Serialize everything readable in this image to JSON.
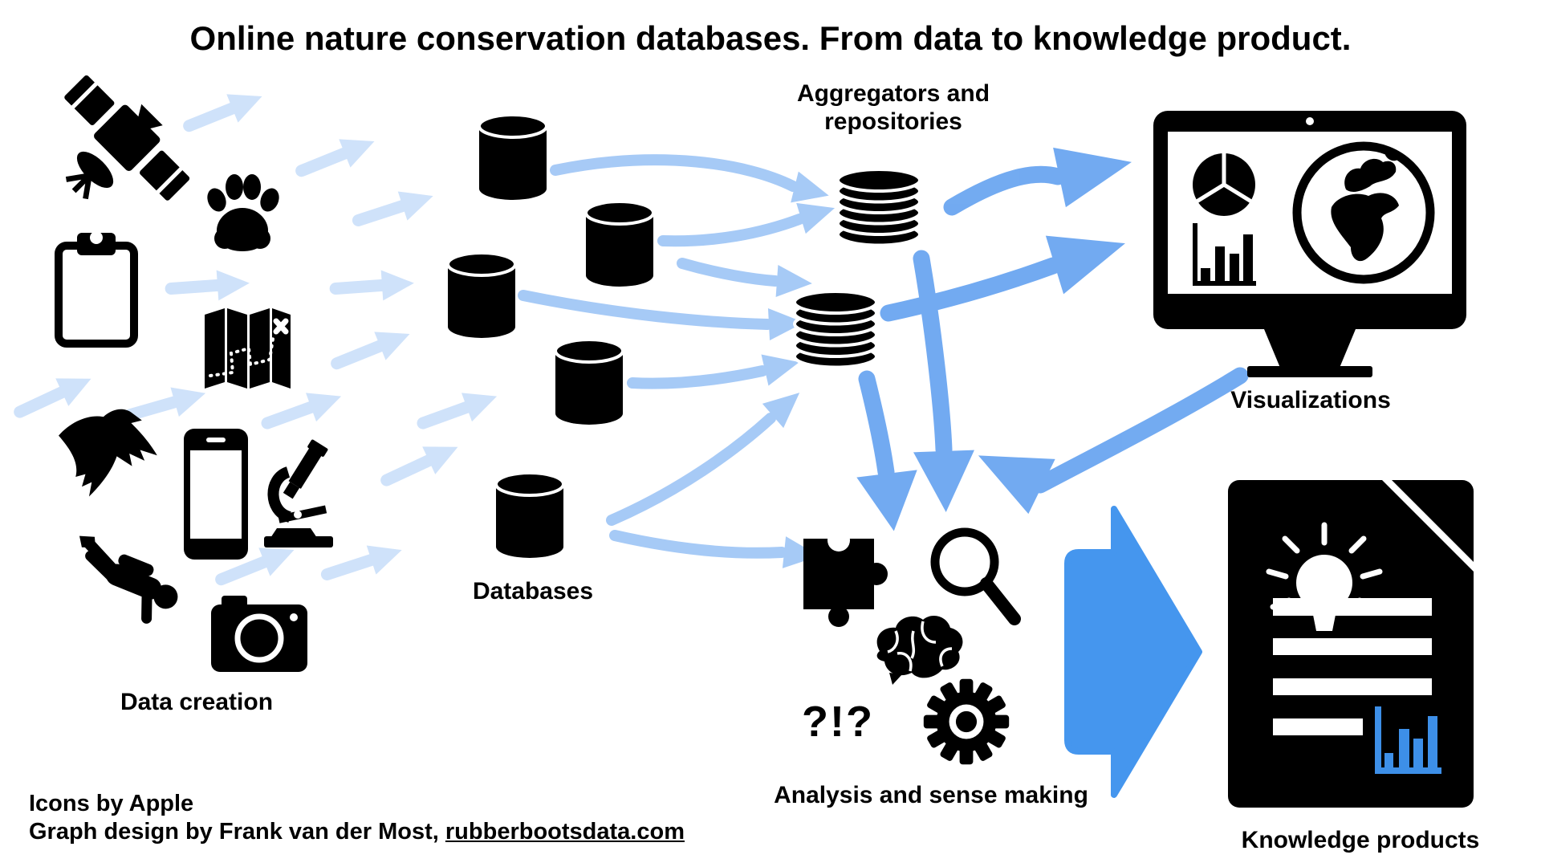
{
  "title": "Online nature conservation databases. From data to knowledge product.",
  "colors": {
    "icon_black": "#000000",
    "pale_arrow": "#cfe2fa",
    "flow_arrow_blue": "#5096ee",
    "big_arrow_blue": "#4596ee",
    "doc_chart_blue": "#3d8fe8"
  },
  "groups": {
    "data_creation": {
      "label": "Data creation",
      "icons": [
        "satellite",
        "paw-print",
        "clipboard",
        "treasure-map",
        "eagle",
        "smartphone",
        "microscope",
        "scuba-diver",
        "camera"
      ]
    },
    "databases": {
      "label": "Databases",
      "cylinder_count": 5,
      "icon": "database-cylinder"
    },
    "aggregators": {
      "label": "Aggregators and repositories",
      "stack_count": 2,
      "icon": "disk-stack"
    },
    "visualizations": {
      "label": "Visualizations",
      "icons": [
        "monitor",
        "pie-chart",
        "bar-chart",
        "globe"
      ]
    },
    "analysis": {
      "label": "Analysis and sense making",
      "interjection": "?!?",
      "icons": [
        "puzzle-piece",
        "magnifying-glass",
        "brain",
        "gear"
      ]
    },
    "knowledge_products": {
      "label": "Knowledge products",
      "icons": [
        "document",
        "lightbulb",
        "text-lines",
        "bar-chart"
      ]
    }
  },
  "credits": {
    "line1": "Icons by Apple",
    "line2_prefix": "Graph design by Frank van der Most, ",
    "link": "rubberbootsdata.com"
  }
}
